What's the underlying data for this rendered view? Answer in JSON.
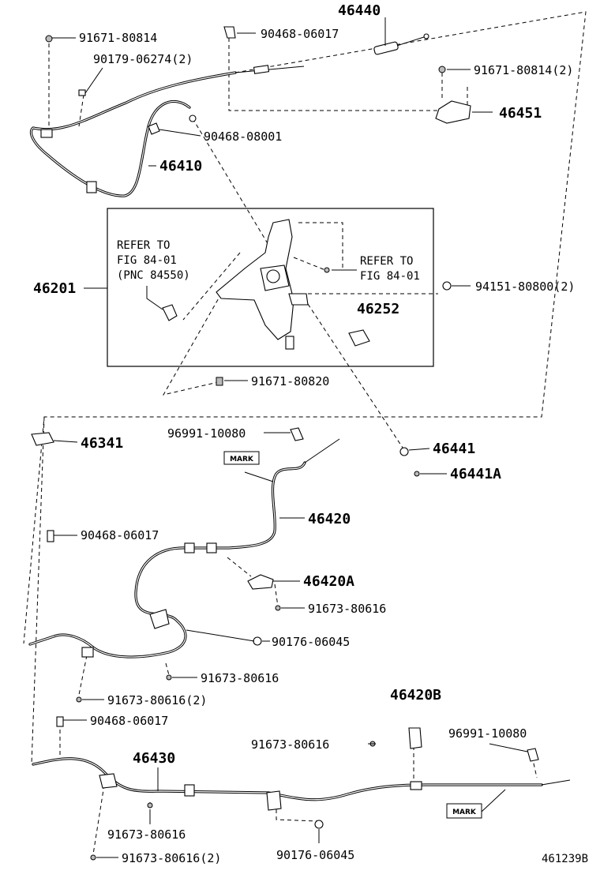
{
  "labels": {
    "p46440": "46440",
    "p91671_80814_a": "91671-80814",
    "p90468_06017_a": "90468-06017",
    "p90179_06274": "90179-06274(2)",
    "p91671_80814_b": "91671-80814(2)",
    "p46451": "46451",
    "p90468_08001": "90468-08001",
    "p46410": "46410",
    "refer_left_1": "REFER TO",
    "refer_left_2": "FIG 84-01",
    "refer_left_3": "(PNC 84550)",
    "refer_right_1": "REFER TO",
    "refer_right_2": "FIG 84-01",
    "p46201": "46201",
    "p94151_80800": "94151-80800(2)",
    "p46252": "46252",
    "p91671_80820": "91671-80820",
    "p46341": "46341",
    "p96991_10080_a": "96991-10080",
    "mark_a": "MARK",
    "p46441": "46441",
    "p46441A": "46441A",
    "p46420": "46420",
    "p90468_06017_b": "90468-06017",
    "p46420A": "46420A",
    "p91673_80616_a": "91673-80616",
    "p90176_06045_a": "90176-06045",
    "p91673_80616_b": "91673-80616",
    "p91673_80616_c": "91673-80616(2)",
    "p46420B": "46420B",
    "p90468_06017_c": "90468-06017",
    "p96991_10080_b": "96991-10080",
    "p91673_80616_d": "91673-80616",
    "p46430": "46430",
    "mark_b": "MARK",
    "p91673_80616_e": "91673-80616",
    "p90176_06045_b": "90176-06045",
    "p91673_80616_f": "91673-80616(2)",
    "figure_code": "461239B"
  }
}
